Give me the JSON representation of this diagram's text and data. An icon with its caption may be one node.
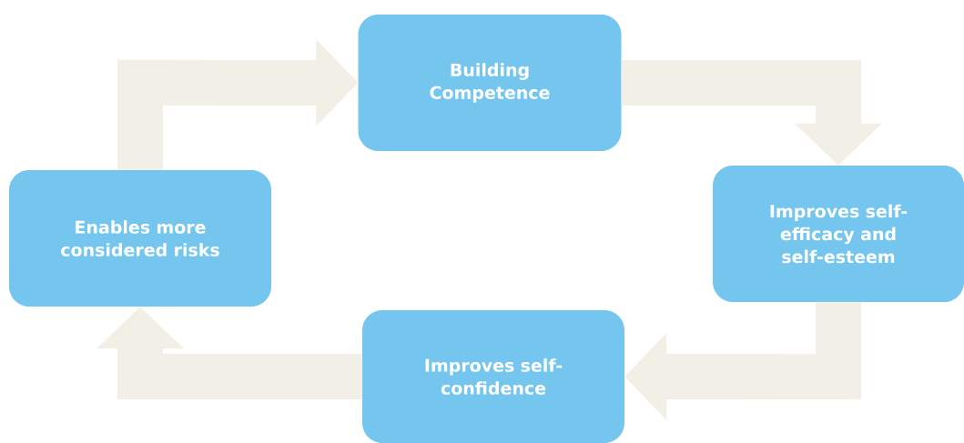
{
  "diagram": {
    "nodes": [
      {
        "text": [
          "Building Competence"
        ]
      },
      {
        "text": [
          "Improves self-efficacy and self-esteem"
        ]
      },
      {
        "text": [
          "Improves self-confidence"
        ]
      },
      {
        "text": [
          "Enables more considered risks"
        ]
      }
    ],
    "edges": [
      {
        "from": 3,
        "to": 0,
        "arrow": "to"
      },
      {
        "from": 0,
        "to": 1,
        "arrow": "to"
      },
      {
        "from": 1,
        "to": 2,
        "arrow": "to"
      },
      {
        "from": 2,
        "to": 3,
        "arrow": "to"
      }
    ]
  }
}
